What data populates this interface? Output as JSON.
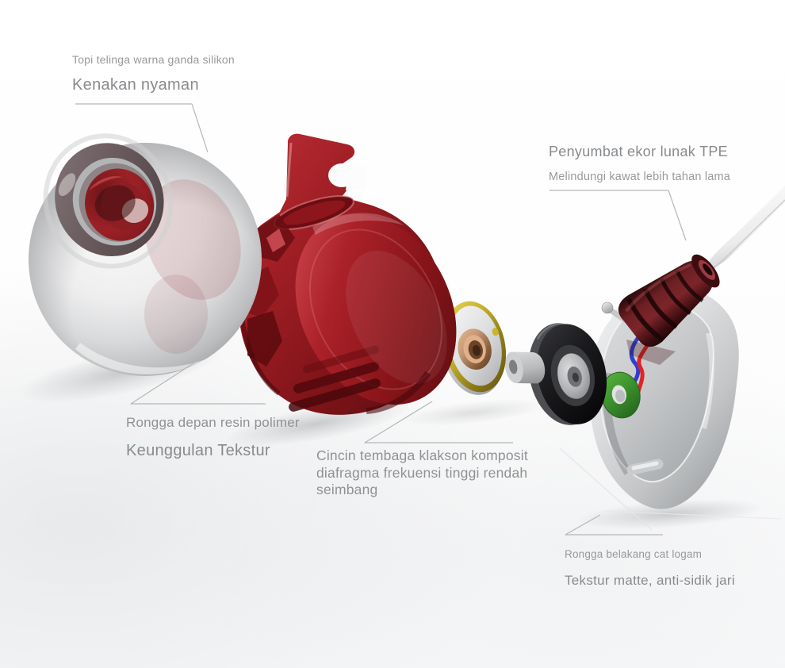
{
  "labels": {
    "ear_tip": {
      "sub": "Topi telinga warna ganda silikon",
      "title": "Kenakan nyaman"
    },
    "strain_relief": {
      "title": "Penyumbat ekor lunak TPE",
      "sub": "Melindungi kawat lebih tahan lama"
    },
    "front_cavity": {
      "sub": "Rongga depan resin polimer",
      "title": "Keunggulan Tekstur"
    },
    "driver_ring": {
      "text": "Cincin tembaga klakson komposit diafragma frekuensi tinggi rendah seimbang"
    },
    "back_cavity": {
      "sub": "Rongga belakang cat logam",
      "title": "Tekstur matte, anti-sidik jari"
    }
  },
  "palette": {
    "label_text": "#8f9295",
    "leader_line": "#b4b6b9",
    "cavity_red": "#9c1c22",
    "driver_gold": "#c9b52d",
    "voice_coil_brass": "#c59a76",
    "pcb_green": "#3f9630",
    "wire_blue": "#2e3ed2",
    "wire_red": "#e02328",
    "strain_relief_maroon": "#4a1013",
    "shell_silver": "#cfd1d3",
    "ear_tip_silver": "#c9cacc",
    "background": "#ffffff"
  }
}
